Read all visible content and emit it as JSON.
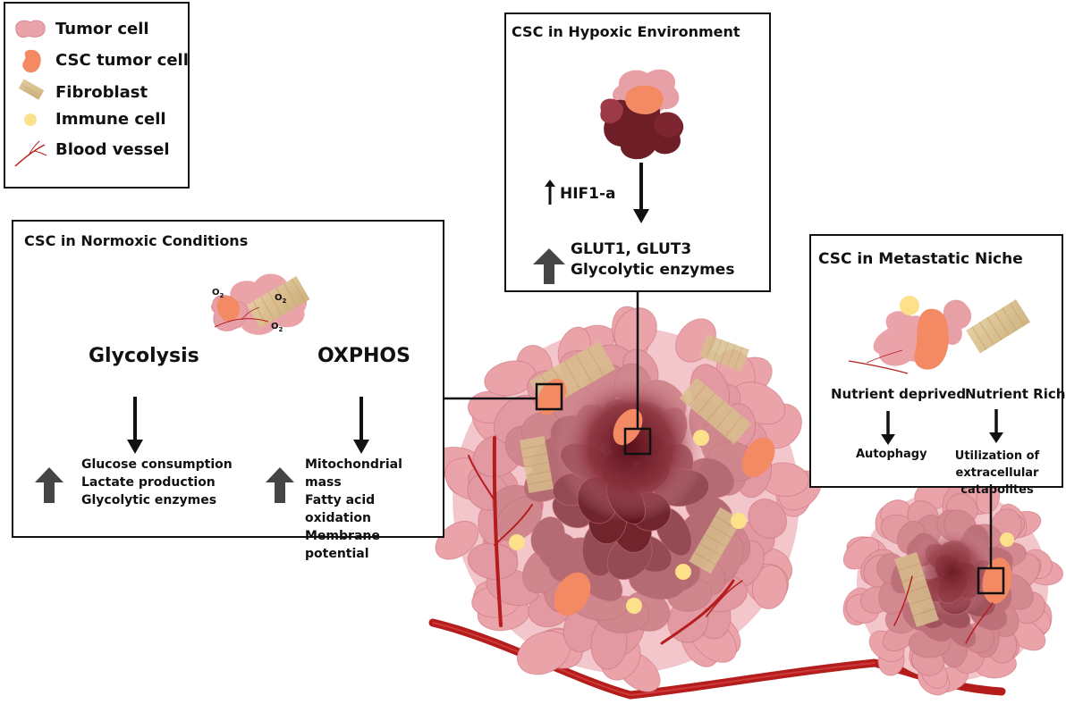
{
  "legend": {
    "items": [
      {
        "label": "Tumor cell",
        "icon": "tumor-cell-icon"
      },
      {
        "label": "CSC tumor cell",
        "icon": "csc-cell-icon"
      },
      {
        "label": "Fibroblast",
        "icon": "fibroblast-icon"
      },
      {
        "label": "Immune cell",
        "icon": "immune-cell-icon"
      },
      {
        "label": "Blood vessel",
        "icon": "blood-vessel-icon"
      }
    ]
  },
  "normoxic": {
    "title": "CSC in Normoxic  Conditions",
    "o2": "O",
    "o2_sub": "2",
    "left": {
      "label": "Glycolysis",
      "effects": [
        "Glucose consumption",
        "Lactate production",
        "Glycolytic enzymes"
      ]
    },
    "right": {
      "label": "OXPHOS",
      "effects": [
        "Mitochondrial mass",
        "Fatty acid oxidation",
        "Membrane potential"
      ]
    }
  },
  "hypoxic": {
    "title": "CSC in Hypoxic Environment",
    "marker": "HIF1-a",
    "effects": [
      "GLUT1, GLUT3",
      "Glycolytic enzymes"
    ]
  },
  "metastatic": {
    "title": "CSC in Metastatic Niche",
    "left": {
      "label": "Nutrient deprived",
      "result": "Autophagy"
    },
    "right": {
      "label": "Nutrient Rich",
      "result": [
        "Utilization of",
        "extracellular catabolites"
      ]
    }
  },
  "colors": {
    "tumor_cell": "#eba3aa",
    "tumor_cell_stroke": "#cf7f89",
    "csc_cell": "#f48a63",
    "fibroblast": "#d9bf8f",
    "immune_cell": "#fce08a",
    "blood_vessel": "#b51d1d",
    "necrotic_core": "#6e1e26",
    "up_arrow": "#454545"
  }
}
